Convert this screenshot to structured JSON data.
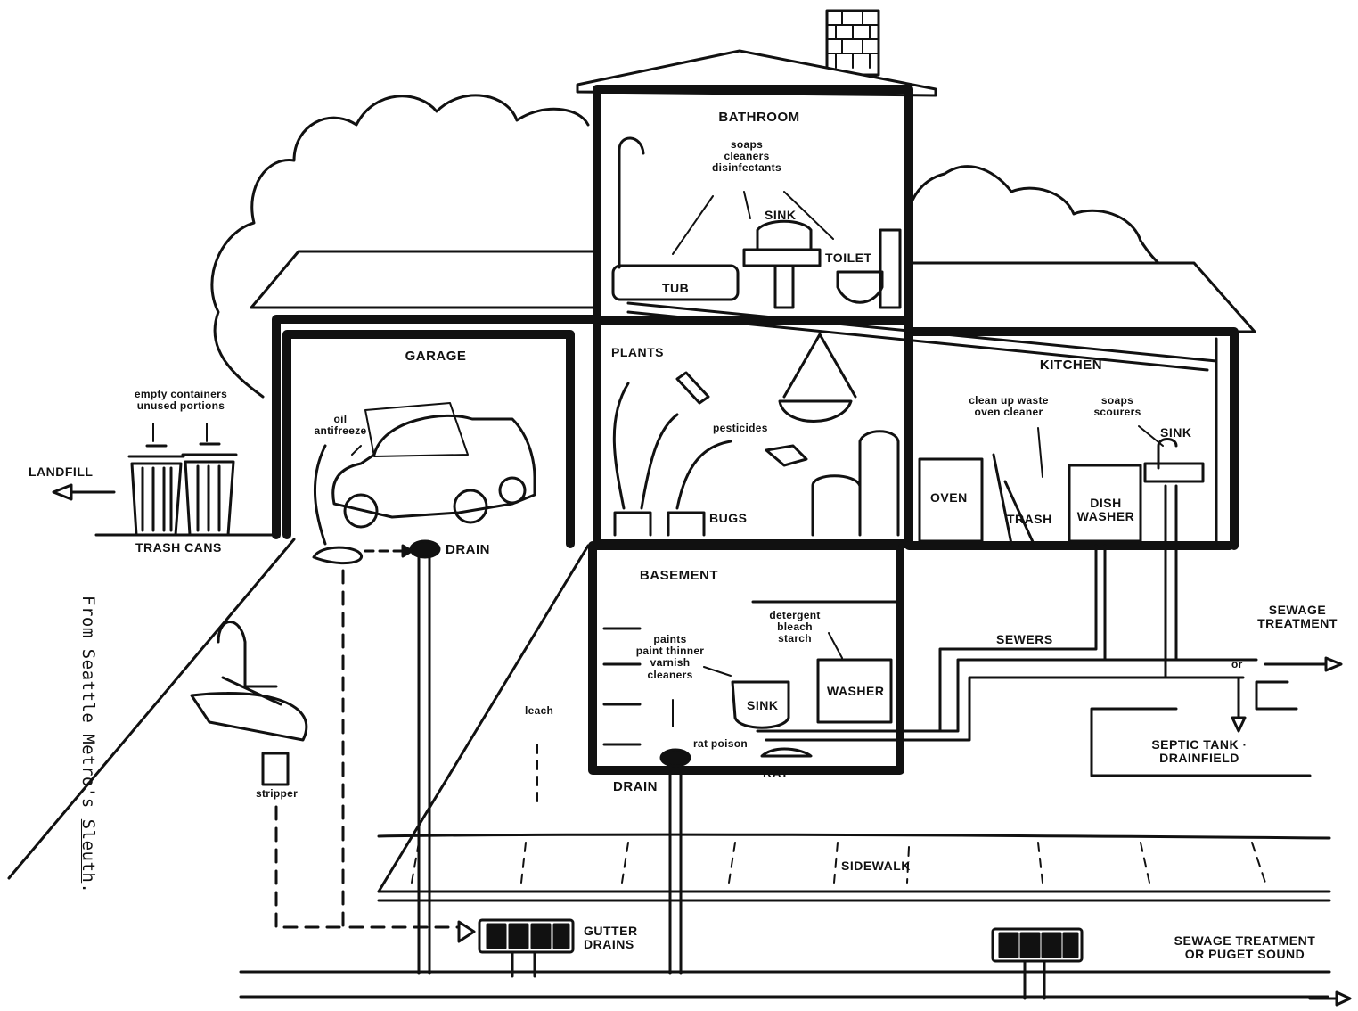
{
  "rooms": {
    "bathroom": "BATHROOM",
    "garage": "GARAGE",
    "kitchen": "KITCHEN",
    "basement": "BASEMENT",
    "plants": "PLANTS"
  },
  "bathroom": {
    "products": [
      "soaps",
      "cleaners",
      "disinfectants"
    ],
    "sink": "SINK",
    "tub": "TUB",
    "toilet": "TOILET"
  },
  "living_room": {
    "pesticides": "pesticides",
    "bugs": "BUGS"
  },
  "kitchen": {
    "waste": [
      "clean up waste",
      "oven cleaner"
    ],
    "soaps": [
      "soaps",
      "scourers"
    ],
    "sink": "SINK",
    "oven": "OVEN",
    "trash": "TRASH",
    "dishwasher": [
      "DISH",
      "WASHER"
    ]
  },
  "garage": {
    "containers": [
      "empty containers",
      "unused portions"
    ],
    "oil": [
      "oil",
      "antifreeze"
    ],
    "trash_cans": "TRASH CANS",
    "landfill": "LANDFILL",
    "drain": "DRAIN"
  },
  "basement": {
    "detergent": [
      "detergent",
      "bleach",
      "starch"
    ],
    "paints": [
      "paints",
      "paint thinner",
      "varnish",
      "cleaners"
    ],
    "sink": "SINK",
    "washer": "WASHER",
    "rat_poison": "rat poison",
    "rat": "RAT",
    "drain": "DRAIN"
  },
  "yard": {
    "stripper": "stripper",
    "leach": "leach",
    "sidewalk": "SIDEWALK",
    "gutter_drains": [
      "GUTTER",
      "DRAINS"
    ],
    "sewers": "SEWERS"
  },
  "outflow": {
    "sewage_treatment": [
      "SEWAGE",
      "TREATMENT"
    ],
    "or": "or",
    "septic": [
      "SEPTIC TANK ·",
      "DRAINFIELD"
    ],
    "puget": [
      "SEWAGE TREATMENT",
      "OR PUGET SOUND"
    ]
  },
  "credit": {
    "prefix": "From Seattle Metro's ",
    "title": "Sleuth",
    "suffix": "."
  }
}
